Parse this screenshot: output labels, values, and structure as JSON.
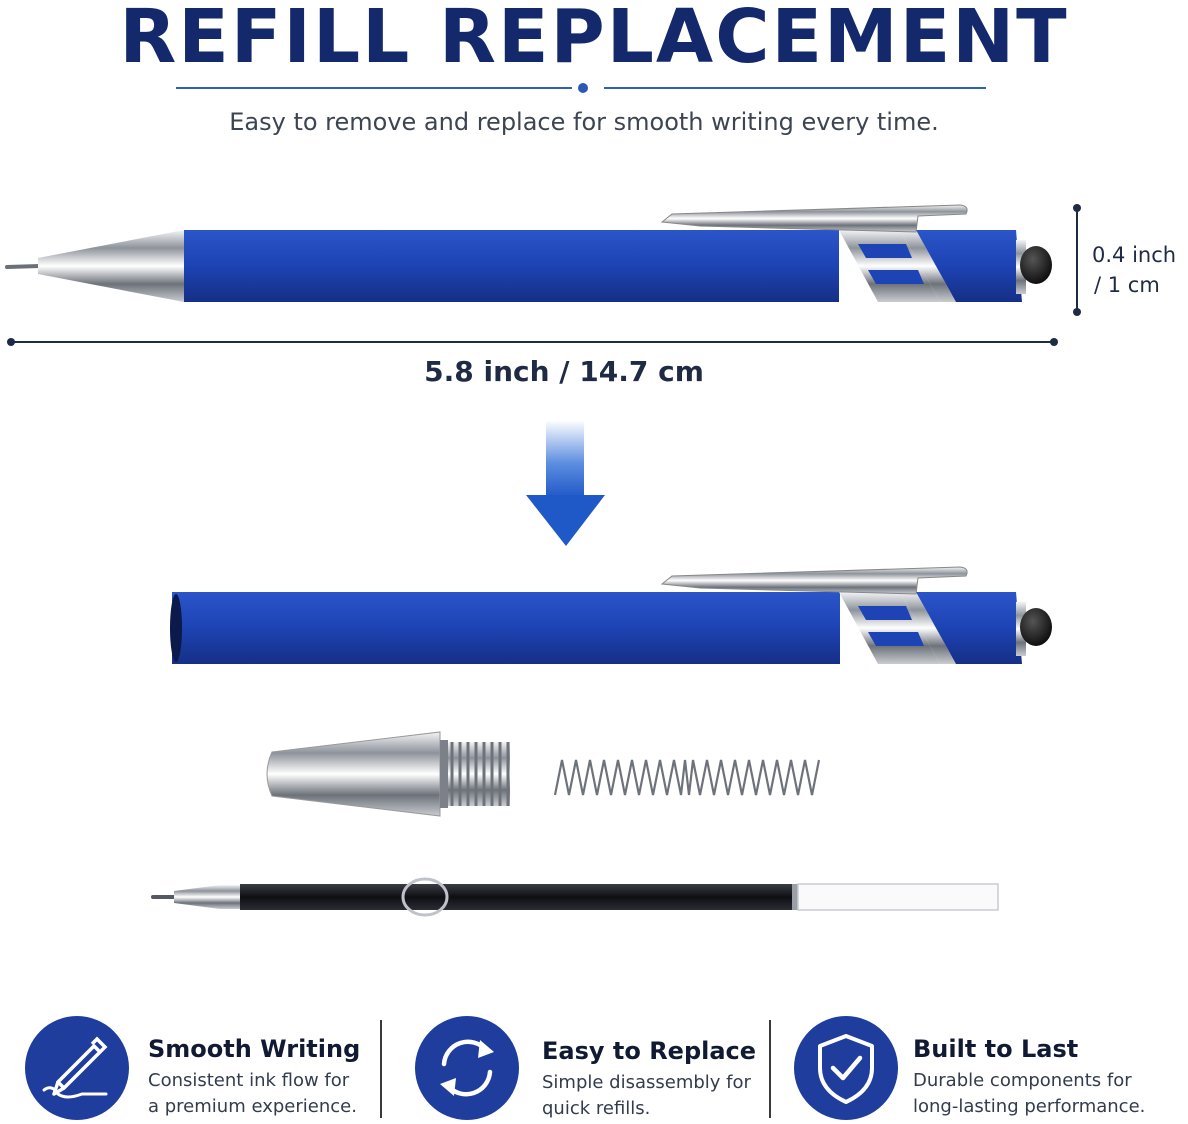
{
  "header": {
    "title": "REFILL REPLACEMENT",
    "subtitle": "Easy to remove and replace for smooth writing every time."
  },
  "dimensions": {
    "length_label": "5.8 inch / 14.7 cm",
    "diameter_label_line1": "0.4 inch",
    "diameter_label_line2": "/ 1 cm"
  },
  "colors": {
    "brand_navy": "#13296b",
    "pen_blue": "#1d43b4",
    "arrow_blue": "#1f58c7",
    "badge_blue": "#1f3d9c"
  },
  "features": [
    {
      "icon": "pen-writing-icon",
      "title": "Smooth Writing",
      "desc": [
        "Consistent ink flow for",
        "a premium experience."
      ]
    },
    {
      "icon": "refresh-icon",
      "title": "Easy to Replace",
      "desc": [
        "Simple disassembly for",
        "quick refills."
      ]
    },
    {
      "icon": "shield-check-icon",
      "title": "Built to Last",
      "desc": [
        "Durable components for",
        "long-lasting performance."
      ]
    }
  ]
}
